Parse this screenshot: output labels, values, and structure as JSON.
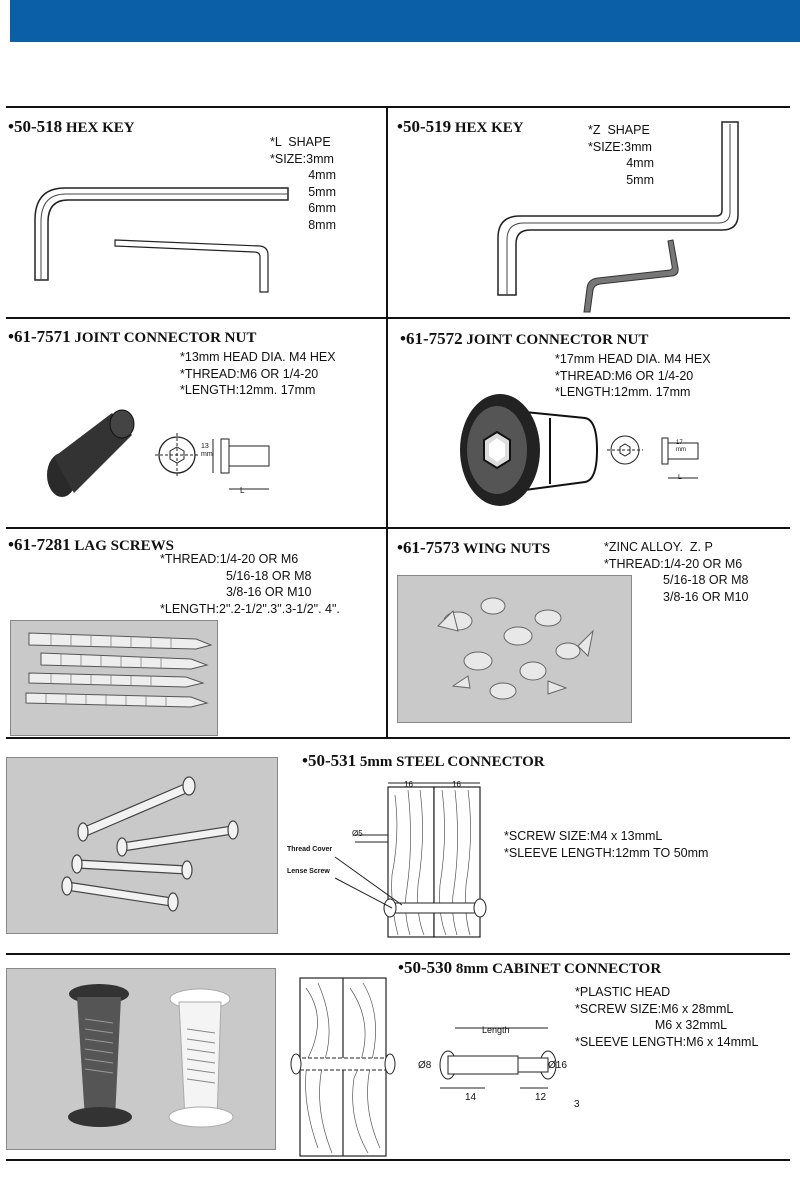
{
  "sections": [
    {
      "code": "•50-518",
      "name": "HEX KEY",
      "specs": "*L  SHAPE\n*SIZE:3mm\n           4mm\n           5mm\n           6mm\n           8mm"
    },
    {
      "code": "•50-519",
      "name": "HEX KEY",
      "specs": "*Z  SHAPE\n*SIZE:3mm\n           4mm\n           5mm"
    },
    {
      "code": "•61-7571",
      "name": "JOINT CONNECTOR NUT",
      "specs": "*13mm HEAD DIA. M4 HEX\n*THREAD:M6 OR 1/4-20\n*LENGTH:12mm. 17mm"
    },
    {
      "code": "•61-7572",
      "name": "JOINT CONNECTOR NUT",
      "specs": "*17mm HEAD DIA. M4 HEX\n*THREAD:M6 OR 1/4-20\n*LENGTH:12mm. 17mm"
    },
    {
      "code": "•61-7281",
      "name": "LAG SCREWS",
      "specs": "*THREAD:1/4-20 OR M6\n                   5/16-18 OR M8\n                   3/8-16 OR M10\n*LENGTH:2\".2-1/2\".3\".3-1/2\". 4\"."
    },
    {
      "code": "•61-7573",
      "name": "WING NUTS",
      "specs": "*ZINC ALLOY.  Z. P\n*THREAD:1/4-20 OR M6\n                 5/16-18 OR M8\n                 3/8-16 OR M10"
    },
    {
      "code": "•50-531",
      "name": "5mm STEEL CONNECTOR",
      "specs": "*SCREW SIZE:M4 x 13mmL\n*SLEEVE LENGTH:12mm TO 50mm"
    },
    {
      "code": "•50-530",
      "name": "8mm CABINET CONNECTOR",
      "specs": "*PLASTIC HEAD\n*SCREW SIZE:M6 x 28mmL\n                       M6 x 32mmL\n*SLEEVE LENGTH:M6 x 14mmL"
    }
  ],
  "diagram_labels": {
    "nut_13": "13\nmm",
    "nut_l": "L",
    "nut2_17": "17\nmm",
    "nut2_l": "L",
    "steel_16a": "16",
    "steel_16b": "16",
    "steel_d5": "Ø5",
    "thread_cover": "Thread Cover",
    "lense_screw": "Lense Screw",
    "cab_length": "Length",
    "cab_d8": "Ø8",
    "cab_d16": "Ø16",
    "cab_14": "14",
    "cab_12": "12",
    "cab_3": "3"
  },
  "colors": {
    "banner": "#0a5fa6"
  }
}
